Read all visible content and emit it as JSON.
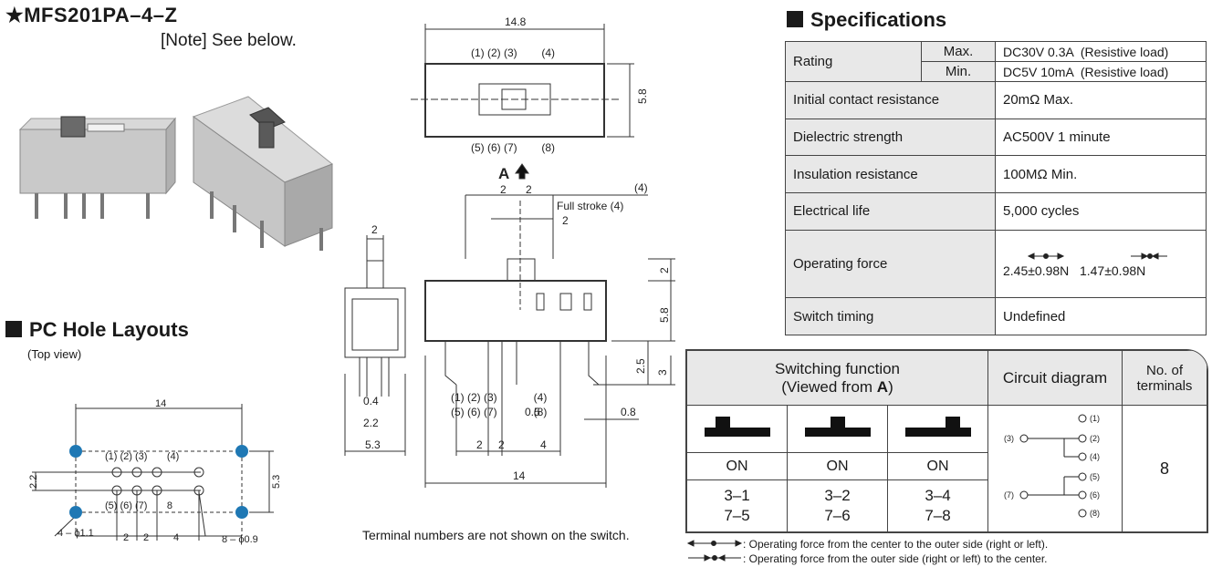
{
  "header": {
    "title": "★MFS201PA–4–Z",
    "note": "[Note] See below."
  },
  "pc_hole": {
    "title": "PC Hole Layouts",
    "subtitle": "(Top view)",
    "dim_top": "14",
    "dim_left": "2.2",
    "dim_right": "5.3",
    "pins_top": "(1) (2) (3)       (4)",
    "pins_bottom": "(5) (6) (7)       8",
    "dim_b1": "2",
    "dim_b2": "2",
    "dim_b3": "4",
    "hole_big": "4 – ϕ1.1",
    "hole_small": "8 – ϕ0.9"
  },
  "drawing": {
    "top_width": "14.8",
    "top_pins": "(1) (2) (3)        (4)",
    "bottom_pins": "(5) (6) (7)        (8)",
    "top_height": "5.8",
    "arrow_label": "A",
    "d2a": "2",
    "d2b": "2",
    "full_stroke": "Full stroke (4)",
    "stroke4": "(4)",
    "d2c": "2",
    "side_w": "2",
    "d_04": "0.4",
    "d_22": "2.2",
    "d_53": "5.3",
    "h_2": "2",
    "h_58": "5.8",
    "h_25": "2.5",
    "h_3": "3",
    "w_08": "0.8",
    "w_05": "0.5",
    "pins_front_top": "(1) (2) (3)            (4)",
    "pins_front_bot": "(5) (6) (7)            (8)",
    "b_2a": "2",
    "b_2b": "2",
    "b_4": "4",
    "b_14": "14",
    "caption": "Terminal numbers are not shown on the switch."
  },
  "specs": {
    "title": "Specifications",
    "rating": "Rating",
    "max": "Max.",
    "min": "Min.",
    "max_val": "DC30V 0.3A  (Resistive load)",
    "min_val": "DC5V 10mA  (Resistive load)",
    "rows": [
      {
        "label": "Initial contact resistance",
        "value": "20mΩ Max."
      },
      {
        "label": "Dielectric strength",
        "value": "AC500V 1 minute"
      },
      {
        "label": "Insulation resistance",
        "value": "100MΩ Min."
      },
      {
        "label": "Electrical life",
        "value": "5,000 cycles"
      }
    ],
    "force_label": "Operating force",
    "force_a": "2.45±0.98N",
    "force_b": "1.47±0.98N",
    "timing_label": "Switch timing",
    "timing_value": "Undefined"
  },
  "switching": {
    "head_line1": "Switching function",
    "head_line2": "(Viewed from ",
    "head_bold": "A",
    "head_close": ")",
    "circuit": "Circuit diagram",
    "terminals_1": "No. of",
    "terminals_2": "terminals",
    "states": [
      "ON",
      "ON",
      "ON"
    ],
    "pairs_top": [
      "3–1",
      "3–2",
      "3–4"
    ],
    "pairs_bot": [
      "7–5",
      "7–6",
      "7–8"
    ],
    "terminal_count": "8",
    "circuit_labels": [
      "(1)",
      "(2)",
      "(3)",
      "(4)",
      "(5)",
      "(6)",
      "(7)",
      "(8)"
    ]
  },
  "footnotes": {
    "line1": ": Operating force from the center to the outer side (right or left).",
    "line2": ": Operating force from the outer side (right or left) to the center."
  }
}
